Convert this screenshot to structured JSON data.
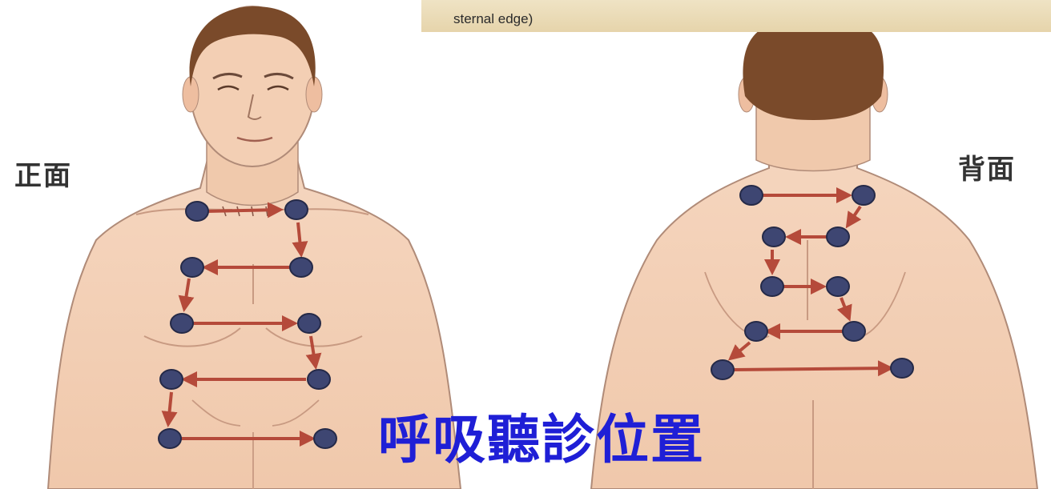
{
  "labels": {
    "front": "正面",
    "back": "背面",
    "title": "呼吸聽診位置",
    "top_strip_text": "sternal edge)"
  },
  "colors": {
    "skin": "#f3cfb4",
    "skin_shade": "#e8b99a",
    "hair": "#7a4a2a",
    "outline": "#9b7b6a",
    "point": "#3e4672",
    "point_edge": "#252a48",
    "arrow": "#b54a3a",
    "title": "#1f1fd6"
  },
  "figures": {
    "front": {
      "name": "front-torso",
      "points": 10,
      "path_order": [
        "left-right",
        "down",
        "right-left",
        "down",
        "left-right",
        "down",
        "right-left",
        "down",
        "left-right"
      ]
    },
    "back": {
      "name": "back-torso",
      "points": 10,
      "path_order": [
        "left-right",
        "down",
        "right-left",
        "down",
        "left-right",
        "down",
        "right-left",
        "down",
        "left-right"
      ]
    }
  }
}
